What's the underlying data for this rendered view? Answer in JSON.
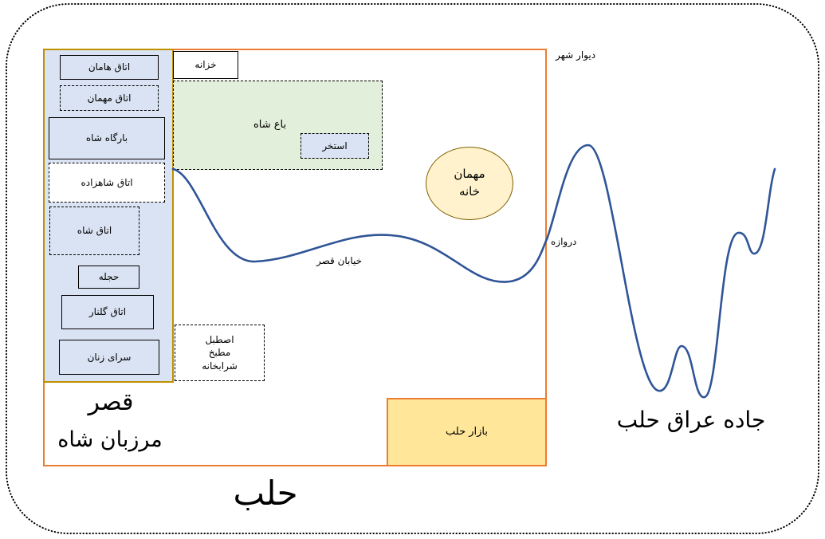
{
  "city": {
    "name": "حلب",
    "wall_label": "دیوار شهر",
    "gate_label": "دروازه"
  },
  "palace": {
    "title_line1": "قصر",
    "title_line2": "مرزبان شاه",
    "rooms": [
      "اتاق هامان",
      "اتاق مهمان",
      "بارگاه شاه",
      "اتاق شاهزاده",
      "اتاق شاه",
      "حجله",
      "اتاق گلنار",
      "سرای زنان"
    ]
  },
  "treasury": "خزانه",
  "garden": {
    "label": "باع شاه",
    "pool": "استخر"
  },
  "guesthouse": {
    "line1": "مهمان",
    "line2": "خانه"
  },
  "street": "خیابان قصر",
  "service_block": {
    "line1": "اصطبل",
    "line2": "مطبخ",
    "line3": "شرابخانه"
  },
  "bazaar": "بازار حلب",
  "road": "جاده عراق حلب",
  "colors": {
    "wall": "#ED7D31",
    "palace_fill": "#DAE3F3",
    "palace_border": "#BF9000",
    "garden_fill": "#E2EFDA",
    "road": "#2F5597",
    "bazaar_fill": "#FFE699",
    "guest_fill": "#FFF2CC"
  }
}
